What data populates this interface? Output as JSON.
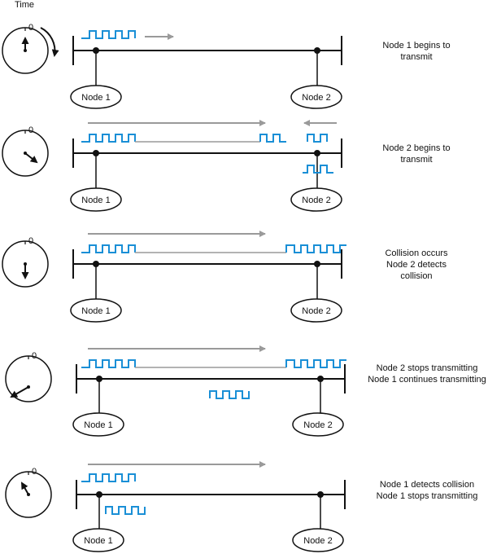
{
  "header": {
    "time_label": "Time"
  },
  "clock_zero": "0",
  "colors": {
    "signal": "#1a8fd6",
    "arrow": "#9a9a9a",
    "line": "#111111"
  },
  "rows": [
    {
      "node1": "Node 1",
      "node2": "Node 2",
      "description": [
        "Node 1 begins to",
        "transmit"
      ],
      "clock": {
        "hand_minutes": 0,
        "motion_arrow": true
      }
    },
    {
      "node1": "Node 1",
      "node2": "Node 2",
      "description": [
        "Node 2 begins to",
        "transmit"
      ],
      "clock": {
        "hand_minutes": 20,
        "motion_arrow": false
      }
    },
    {
      "node1": "Node 1",
      "node2": "Node 2",
      "description": [
        "Collision occurs",
        "Node 2 detects",
        "collision"
      ],
      "clock": {
        "hand_minutes": 30,
        "motion_arrow": false
      }
    },
    {
      "node1": "Node 1",
      "node2": "Node 2",
      "description": [
        "Node 2 stops transmitting",
        "Node 1 continues transmitting"
      ],
      "clock": {
        "hand_minutes": 41,
        "motion_arrow": false
      }
    },
    {
      "node1": "Node 1",
      "node2": "Node 2",
      "description": [
        "Node 1 detects collision",
        "Node 1 stops transmitting"
      ],
      "clock": {
        "hand_minutes": 55,
        "motion_arrow": false
      }
    }
  ]
}
